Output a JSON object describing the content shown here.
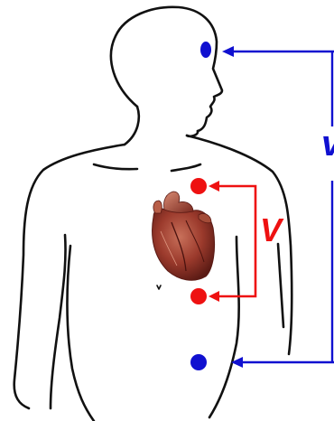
{
  "labels": {
    "heart_voltage": "V",
    "head_voltage": "v"
  },
  "colors": {
    "outline": "#111111",
    "head_circuit": "#1010d0",
    "heart_circuit": "#ee1111",
    "heart_dark": "#5a1a14",
    "heart_mid": "#9b3a2c",
    "heart_light": "#c8705a"
  },
  "icons": {
    "body": "human-torso-outline",
    "heart": "anatomical-heart",
    "electrode": "circle"
  }
}
